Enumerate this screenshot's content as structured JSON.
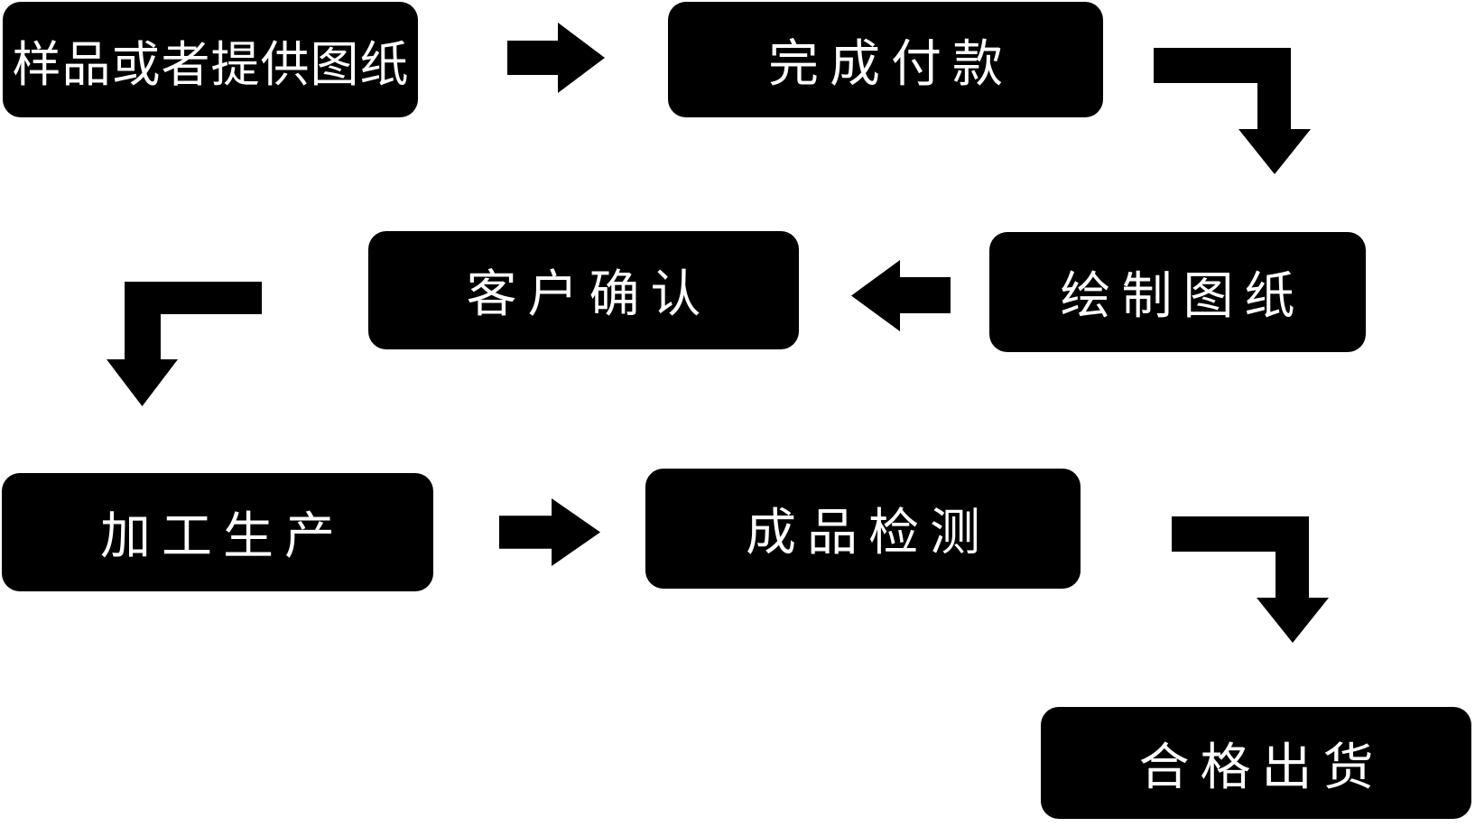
{
  "diagram": {
    "type": "flowchart",
    "colors": {
      "background": "#ffffff",
      "node_fill": "#000000",
      "node_text": "#ffffff",
      "arrow": "#000000"
    },
    "nodes": [
      {
        "id": "step-1",
        "label": "样品或者提供图纸"
      },
      {
        "id": "step-2",
        "label": "完成付款"
      },
      {
        "id": "step-3",
        "label": "绘制图纸"
      },
      {
        "id": "step-4",
        "label": "客户确认"
      },
      {
        "id": "step-5",
        "label": "加工生产"
      },
      {
        "id": "step-6",
        "label": "成品检测"
      },
      {
        "id": "step-7",
        "label": "合格出货"
      }
    ],
    "connectors": [
      {
        "from": "样品或者提供图纸",
        "to": "完成付款",
        "icon": "arrow-right-icon"
      },
      {
        "from": "完成付款",
        "to": "绘制图纸",
        "icon": "arrow-elbow-down-right-icon"
      },
      {
        "from": "绘制图纸",
        "to": "客户确认",
        "icon": "arrow-left-icon"
      },
      {
        "from": "客户确认",
        "to": "加工生产",
        "icon": "arrow-elbow-down-left-icon"
      },
      {
        "from": "加工生产",
        "to": "成品检测",
        "icon": "arrow-right-icon"
      },
      {
        "from": "成品检测",
        "to": "合格出货",
        "icon": "arrow-elbow-down-right-icon"
      }
    ]
  }
}
